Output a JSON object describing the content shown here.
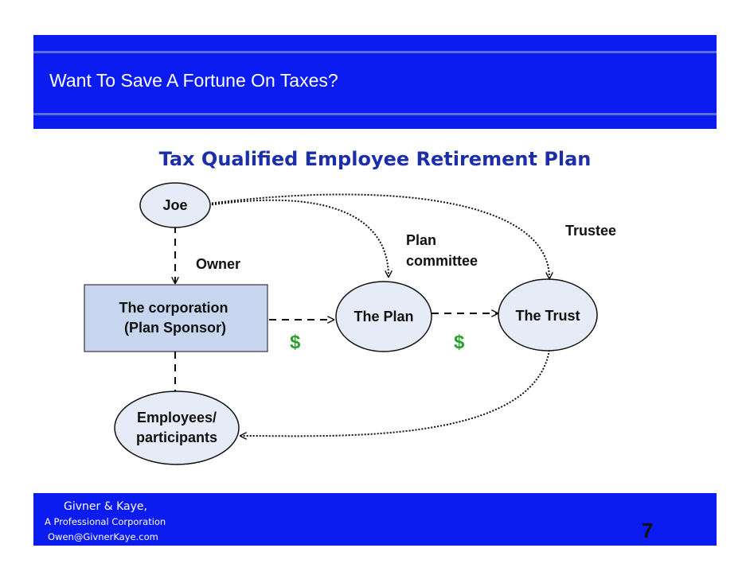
{
  "header": {
    "title": "Want To Save A Fortune On Taxes?"
  },
  "diagram": {
    "title": "Tax Qualified Employee Retirement Plan",
    "nodes": {
      "joe": "Joe",
      "corporation_line1": "The corporation",
      "corporation_line2": "(Plan Sponsor)",
      "plan": "The Plan",
      "trust": "The Trust",
      "employees_line1": "Employees/",
      "employees_line2": "participants"
    },
    "labels": {
      "owner": "Owner",
      "plan_committee_line1": "Plan",
      "plan_committee_line2": "committee",
      "trustee": "Trustee",
      "dollar_left": "$",
      "dollar_right": "$"
    }
  },
  "footer": {
    "firm": "Givner & Kaye,",
    "corp": "A Professional Corporation",
    "email": "Owen@GivnerKaye.com",
    "page_number": "7"
  },
  "colors": {
    "header_blue": "#0a1cf0",
    "title_blue": "#1c2ea8",
    "dollar_green": "#26a22a",
    "node_fill": "#e6ecf7"
  }
}
